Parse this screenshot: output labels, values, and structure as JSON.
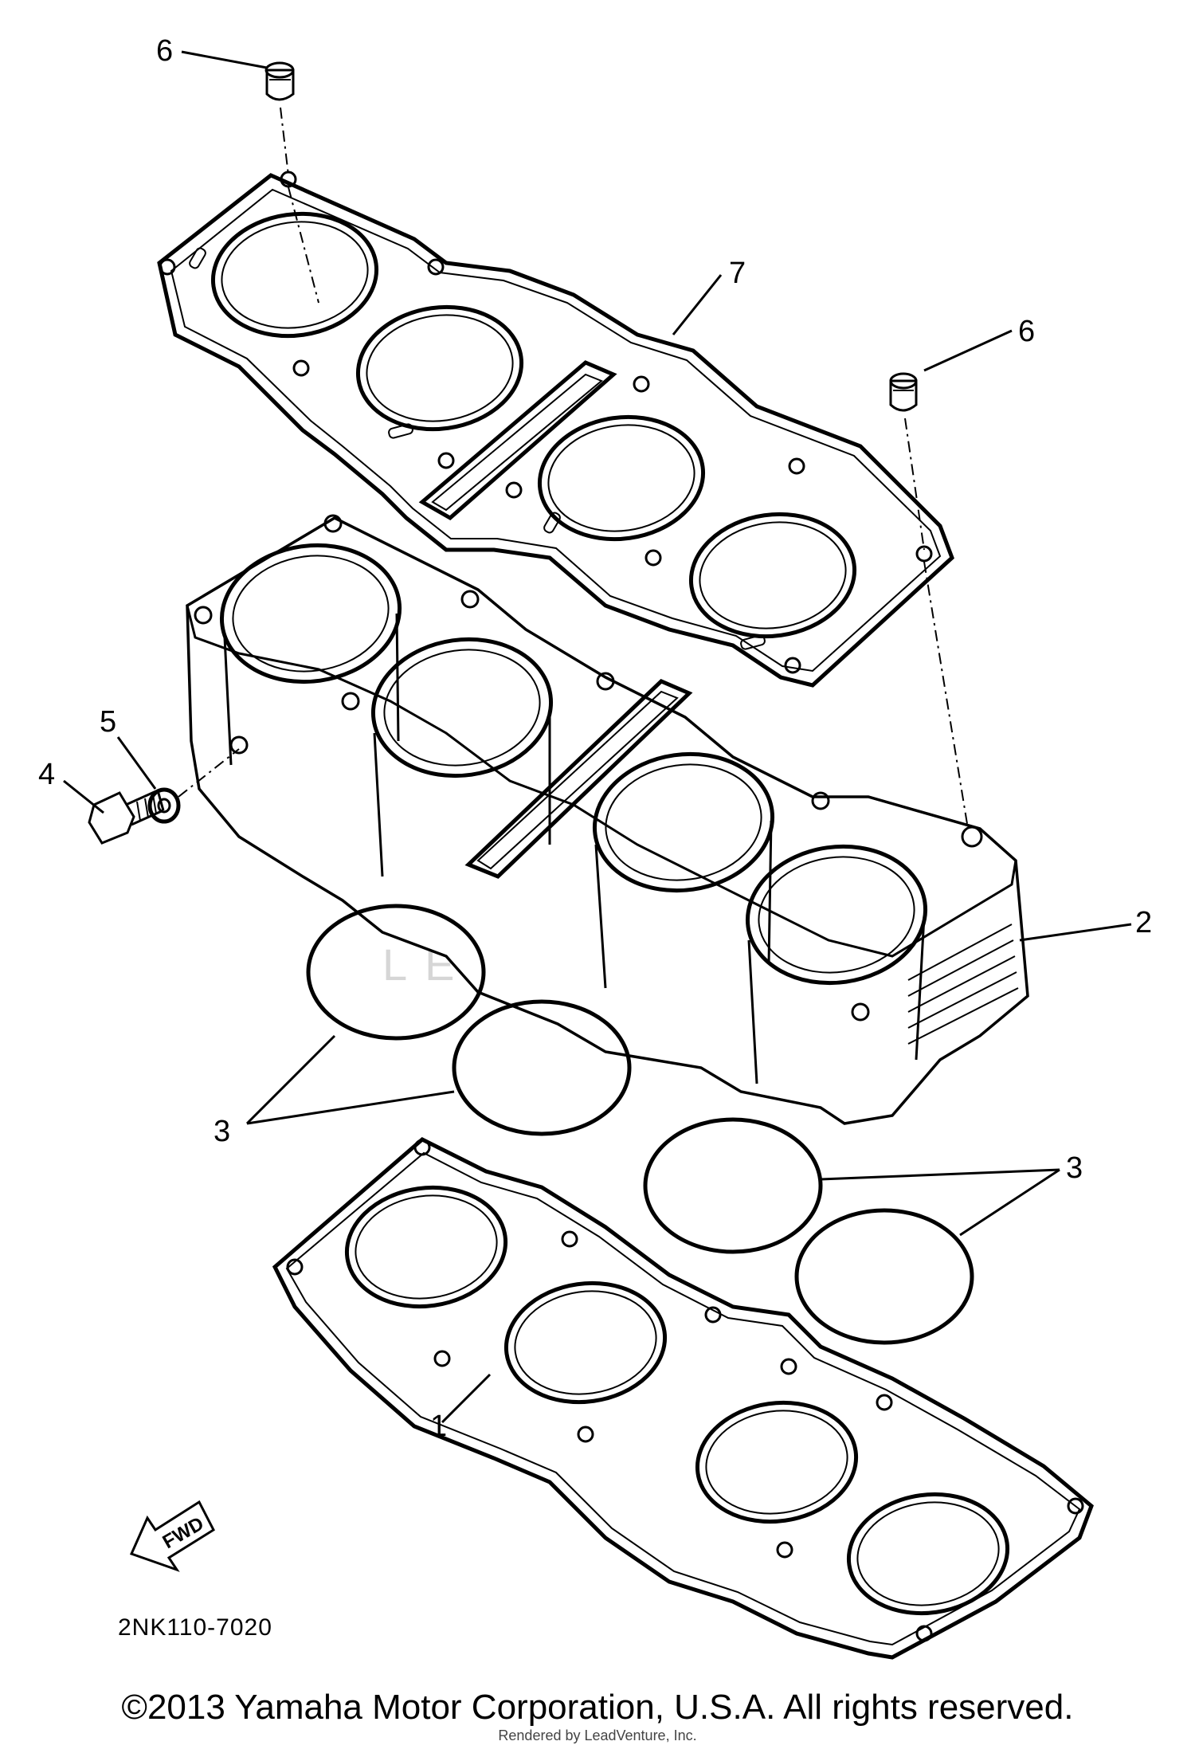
{
  "labels": {
    "gasket_lower": "1",
    "cylinder": "2",
    "o_ring_left": "3",
    "o_ring_right": "3",
    "bolt": "4",
    "washer": "5",
    "dowel_left": "6",
    "dowel_right": "6",
    "gasket_upper": "7"
  },
  "fwd_arrow": "FWD",
  "diagram_code": "2NK110-7020",
  "watermark": "LEADVENTURE",
  "footer": {
    "copyright": "©2013 Yamaha Motor Corporation, U.S.A. All rights reserved.",
    "rendered_by": "Rendered by LeadVenture, Inc."
  }
}
